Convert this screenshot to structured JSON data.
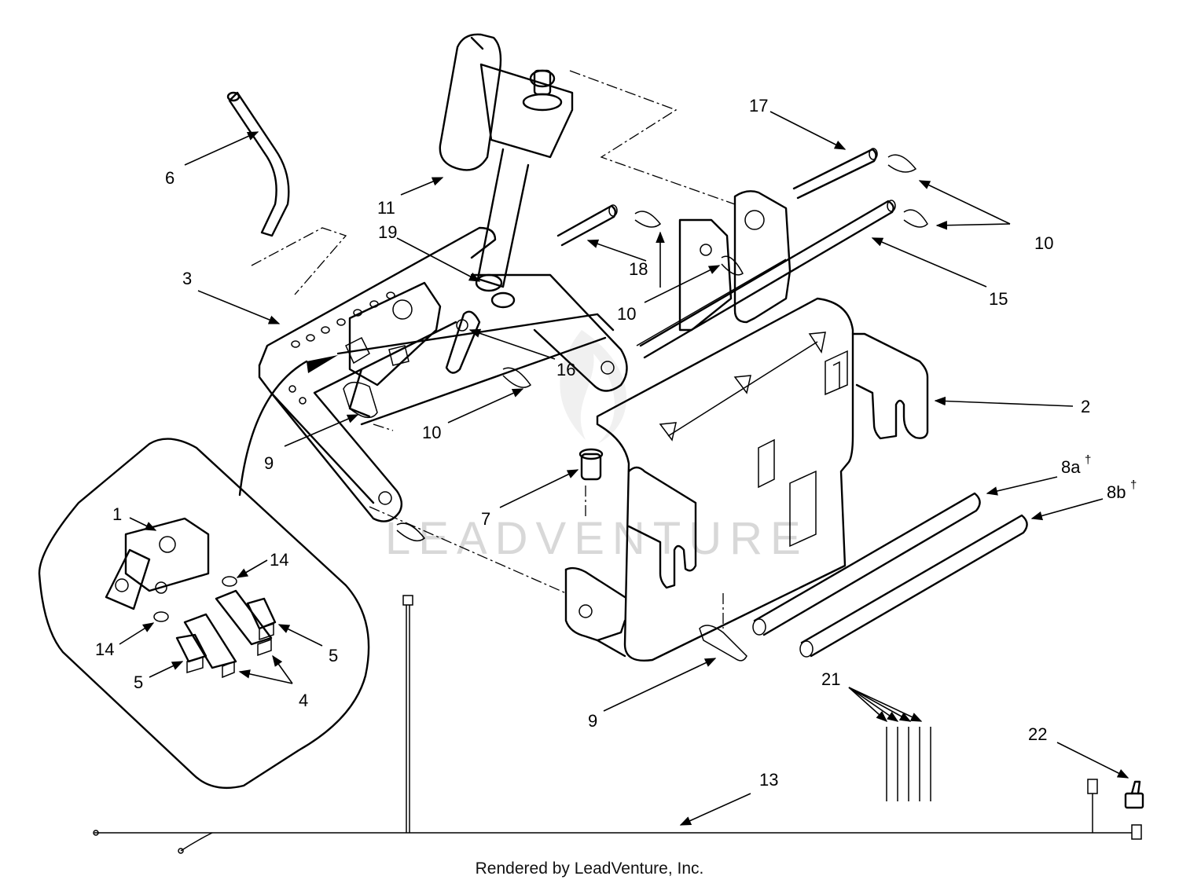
{
  "watermark": "LEADVENTURE",
  "footer": "Rendered by LeadVenture, Inc.",
  "callouts": {
    "c1": "1",
    "c2": "2",
    "c3": "3",
    "c4": "4",
    "c5a": "5",
    "c5b": "5",
    "c6": "6",
    "c7": "7",
    "c8a": "8a",
    "c8a_mark": "†",
    "c8b": "8b",
    "c8b_mark": "†",
    "c9a": "9",
    "c9b": "9",
    "c10a": "10",
    "c10b": "10",
    "c10c": "10",
    "c11": "11",
    "c13": "13",
    "c14a": "14",
    "c14b": "14",
    "c15": "15",
    "c16": "16",
    "c17": "17",
    "c18": "18",
    "c19": "19",
    "c21": "21",
    "c22": "22"
  }
}
